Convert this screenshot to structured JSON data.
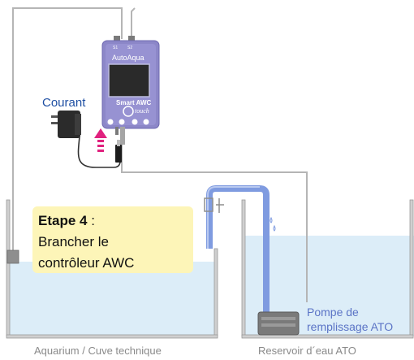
{
  "step": {
    "title": "Etape 4",
    "separator": " :",
    "line1": "Brancher le",
    "line2": "contrôleur AWC"
  },
  "labels": {
    "power": "Courant",
    "pump_line1": "Pompe de",
    "pump_line2": "remplissage ATO",
    "aquarium": "Aquarium / Cuve technique",
    "reservoir": "Reservoir d´eau ATO"
  },
  "controller": {
    "brand": "AutoAqua",
    "model": "Smart AWC",
    "model_suffix": "touch",
    "port1": "S1",
    "port2": "S2"
  },
  "colors": {
    "controller_body": "#8c87c8",
    "water": "#dcedf8",
    "tube": "#7f9be0",
    "arrow": "#e0217e",
    "step_box": "#fdf5b8",
    "wire": "#b5b5b5"
  }
}
